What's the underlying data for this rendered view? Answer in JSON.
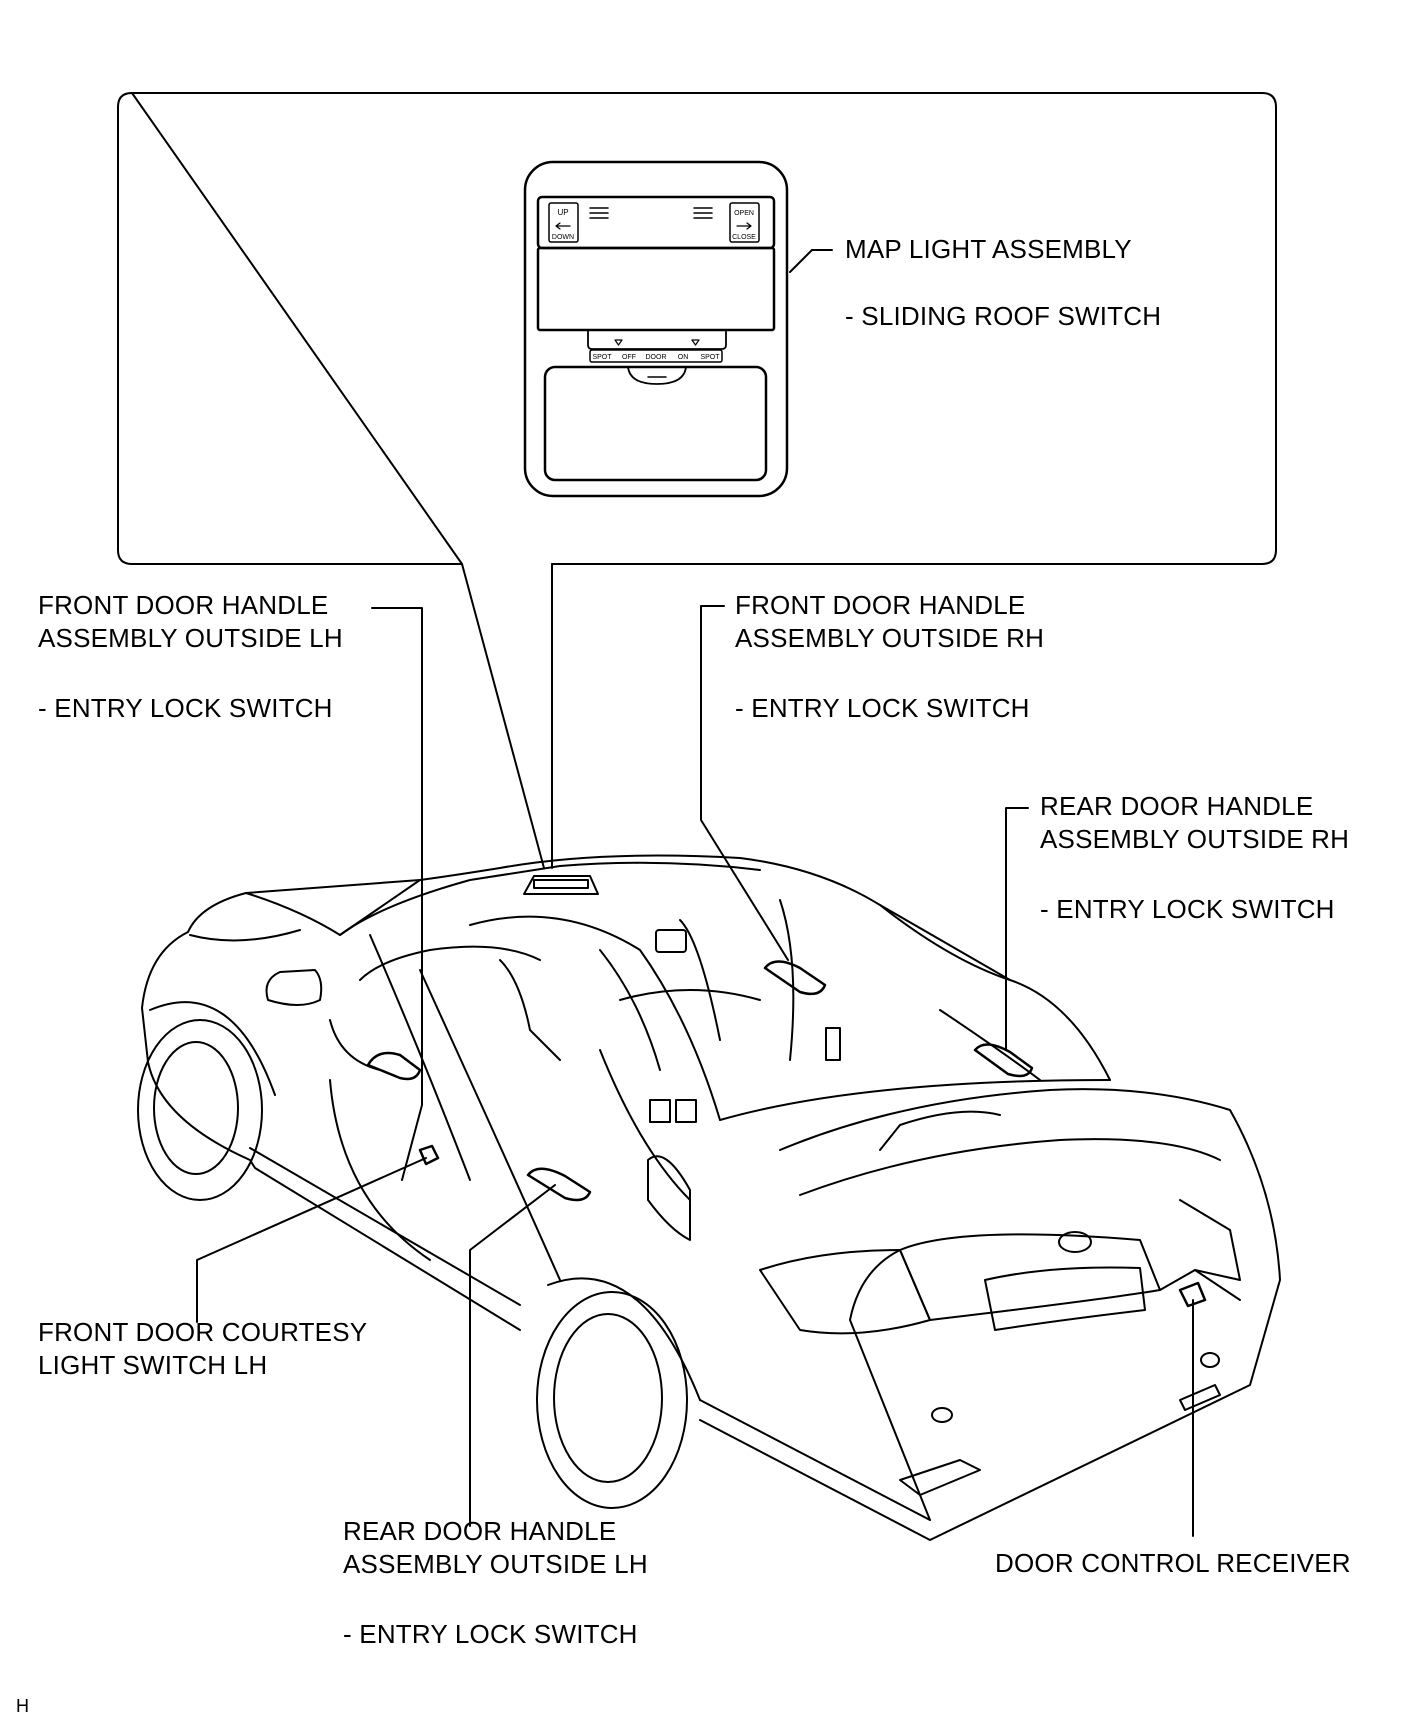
{
  "figure_code": "H",
  "map_light": {
    "name": "MAP LIGHT ASSEMBLY",
    "sub": "- SLIDING ROOF SWITCH",
    "switch_left": [
      "UP",
      "DOWN"
    ],
    "switch_right": [
      "OPEN",
      "CLOSE"
    ],
    "modes": [
      "SPOT",
      "OFF",
      "DOOR",
      "ON",
      "SPOT"
    ]
  },
  "labels": {
    "front_lh": {
      "line1": "FRONT DOOR HANDLE",
      "line2": "ASSEMBLY OUTSIDE LH",
      "sub": "- ENTRY LOCK SWITCH"
    },
    "front_rh": {
      "line1": "FRONT DOOR HANDLE",
      "line2": "ASSEMBLY OUTSIDE RH",
      "sub": "- ENTRY LOCK SWITCH"
    },
    "rear_rh": {
      "line1": "REAR DOOR HANDLE",
      "line2": "ASSEMBLY OUTSIDE RH",
      "sub": "- ENTRY LOCK SWITCH"
    },
    "courtesy": {
      "line1": "FRONT DOOR COURTESY",
      "line2": "LIGHT SWITCH LH"
    },
    "rear_lh": {
      "line1": "REAR DOOR HANDLE",
      "line2": "ASSEMBLY OUTSIDE LH",
      "sub": "- ENTRY LOCK SWITCH"
    },
    "receiver": {
      "line1": "DOOR CONTROL RECEIVER"
    }
  }
}
